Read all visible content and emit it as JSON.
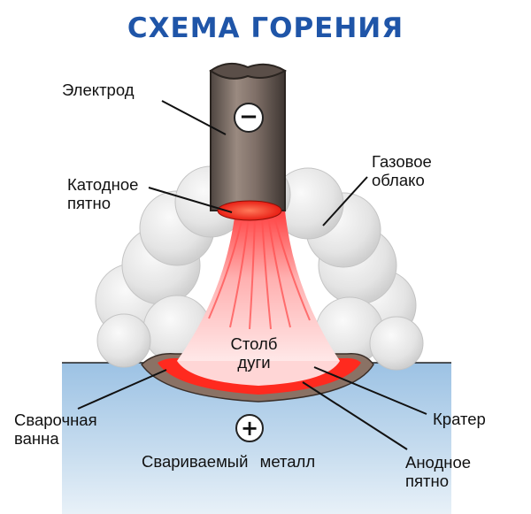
{
  "title": "СХЕМА ГОРЕНИЯ",
  "labels": {
    "electrode": "Электрод",
    "cathode_spot_line1": "Катодное",
    "cathode_spot_line2": "пятно",
    "gas_cloud_line1": "Газовое",
    "gas_cloud_line2": "облако",
    "arc_column_line1": "Столб",
    "arc_column_line2": "дуги",
    "weld_pool_line1": "Сварочная",
    "weld_pool_line2": "ванна",
    "crater": "Кратер",
    "base_metal_word1": "Свариваемый",
    "base_metal_word2": "металл",
    "anode_spot_line1": "Анодное",
    "anode_spot_line2": "пятно"
  },
  "polarity": {
    "electrode": "−",
    "metal": "+"
  },
  "colors": {
    "title": "#1f55a8",
    "metal": "#b9d5ec",
    "electrode": "#7a6a60",
    "arc": "#ff8f8f",
    "cathode_spot": "#ff3b2f",
    "cloud": "#e6e6e6",
    "crater": "#a08878"
  }
}
